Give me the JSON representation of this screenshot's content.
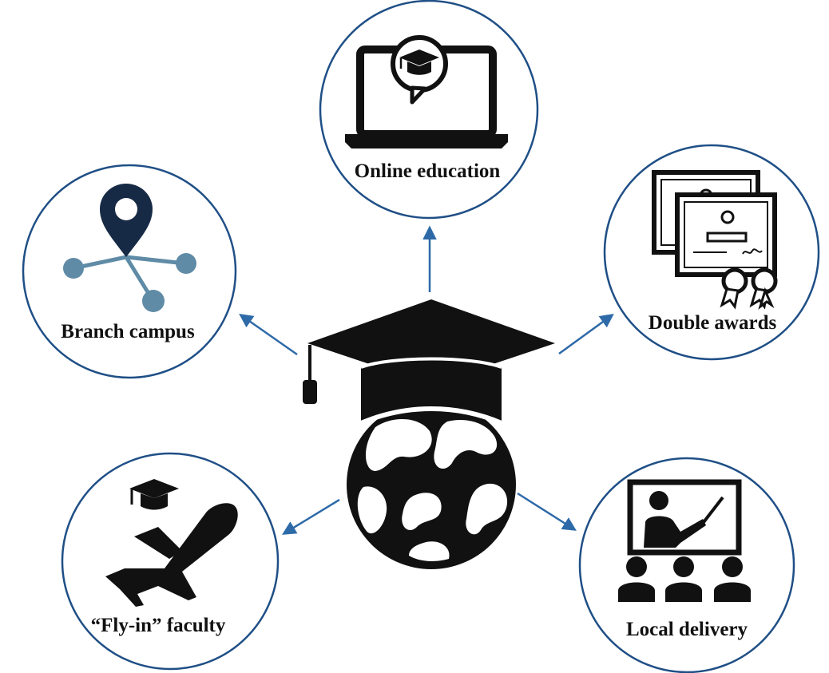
{
  "colors": {
    "circle_stroke": "#1f4f86",
    "arrow": "#2e6aa8",
    "icon_dark": "#111111",
    "pin_navy": "#172a45",
    "node_blue": "#5f8ba6"
  },
  "center": {
    "icon": "graduation-cap-globe-icon"
  },
  "nodes": [
    {
      "key": "online",
      "label": "Online education",
      "icon": "laptop-graduation-chat-icon"
    },
    {
      "key": "double",
      "label": "Double awards",
      "icon": "stacked-certificates-icon"
    },
    {
      "key": "local",
      "label": "Local delivery",
      "icon": "presenter-audience-icon"
    },
    {
      "key": "flyin",
      "label": "“Fly-in” faculty",
      "icon": "airplane-graduation-cap-icon"
    },
    {
      "key": "branch",
      "label": "Branch campus",
      "icon": "location-pin-network-icon"
    }
  ]
}
